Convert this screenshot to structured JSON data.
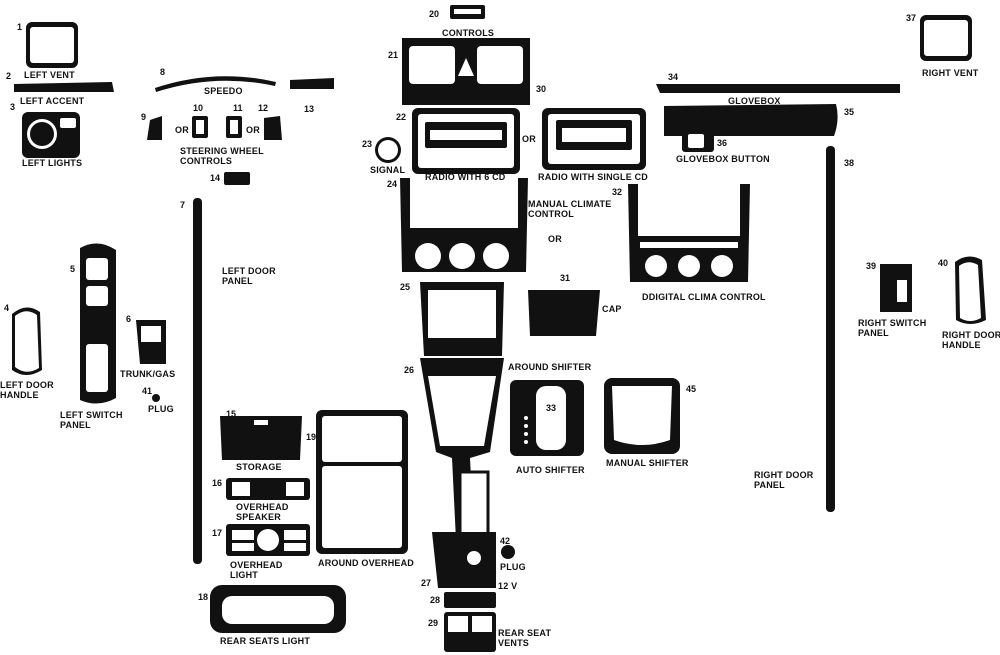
{
  "colors": {
    "part": "#111111",
    "cutout": "#ffffff",
    "background": "#ffffff"
  },
  "labels": {
    "controls": "CONTROLS",
    "left_vent": "LEFT VENT",
    "left_accent": "LEFT ACCENT",
    "left_lights": "LEFT LIGHTS",
    "speedo": "SPEEDO",
    "or_a": "OR",
    "or_b": "OR",
    "or_c": "OR",
    "or_d": "OR",
    "steering_1": "STEERING WHEEL",
    "steering_2": "CONTROLS",
    "signal": "SIGNAL",
    "radio6": "RADIO WITH 6 CD",
    "radio1": "RADIO WITH SINGLE CD",
    "glovebox": "GLOVEBOX",
    "glovebox_button": "GLOVEBOX BUTTON",
    "right_vent": "RIGHT VENT",
    "manual_climate_1": "MANUAL CLIMATE",
    "manual_climate_2": "CONTROL",
    "digital_clima": "DDIGITAL CLIMA CONTROL",
    "left_door_panel_1": "LEFT DOOR",
    "left_door_panel_2": "PANEL",
    "cap": "CAP",
    "right_switch_1": "RIGHT SWITCH",
    "right_switch_2": "PANEL",
    "right_door_handle_1": "RIGHT DOOR",
    "right_door_handle_2": "HANDLE",
    "left_door_handle_1": "LEFT DOOR",
    "left_door_handle_2": "HANDLE",
    "left_switch_1": "LEFT SWITCH",
    "left_switch_2": "PANEL",
    "trunk_gas": "TRUNK/GAS",
    "plug": "PLUG",
    "storage_center": "STORAGE",
    "around_shifter": "AROUND SHIFTER",
    "auto_shifter": "AUTO SHIFTER",
    "manual_shifter": "MANUAL SHIFTER",
    "storage": "STORAGE",
    "overhead_speaker_1": "OVERHEAD",
    "overhead_speaker_2": "SPEAKER",
    "overhead_light_1": "OVERHEAD",
    "overhead_light_2": "LIGHT",
    "around_overhead": "AROUND OVERHEAD",
    "right_door_panel_1": "RIGHT DOOR",
    "right_door_panel_2": "PANEL",
    "plug2": "PLUG",
    "twelve_v": "12 V",
    "rear_seats_light": "REAR SEATS LIGHT",
    "rear_seat_vents_1": "REAR SEAT",
    "rear_seat_vents_2": "VENTS"
  },
  "numbers": {
    "n1": "1",
    "n2": "2",
    "n3": "3",
    "n4": "4",
    "n5": "5",
    "n6": "6",
    "n7": "7",
    "n8": "8",
    "n9": "9",
    "n10": "10",
    "n11": "11",
    "n12": "12",
    "n13": "13",
    "n14": "14",
    "n15": "15",
    "n16": "16",
    "n17": "17",
    "n18": "18",
    "n19": "19",
    "n20": "20",
    "n21": "21",
    "n22": "22",
    "n23": "23",
    "n24": "24",
    "n25": "25",
    "n26": "26",
    "n27": "27",
    "n28": "28",
    "n29": "29",
    "n30": "30",
    "n31": "31",
    "n32": "32",
    "n33": "33",
    "n34": "34",
    "n35": "35",
    "n36": "36",
    "n37": "37",
    "n38": "38",
    "n39": "39",
    "n40": "40",
    "n41": "41",
    "n42": "42",
    "n45": "45"
  }
}
